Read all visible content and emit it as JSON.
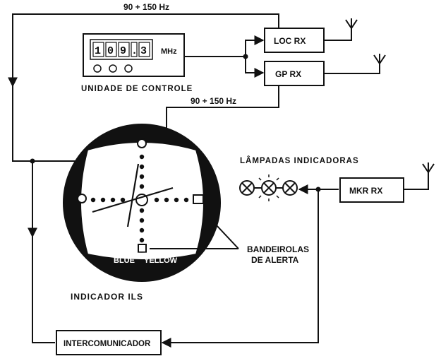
{
  "labels": {
    "freq_top": "90 + 150 Hz",
    "freq_mid": "90 + 150 Hz",
    "mhz": "MHz",
    "control_unit": "UNIDADE DE CONTROLE",
    "loc_rx": "LOC  RX",
    "gp_rx": "GP  RX",
    "mkr_rx": "MKR  RX",
    "lamps": "LÂMPADAS INDICADORAS",
    "flags_line1": "BANDEIROLAS",
    "flags_line2": "DE ALERTA",
    "ils_indicator": "INDICADOR ILS",
    "intercom": "INTERCOMUNICADOR",
    "blue": "BLUE",
    "yellow": "YELLOW"
  },
  "display": {
    "digits": [
      "1",
      "0",
      "9",
      ".",
      "3"
    ]
  }
}
